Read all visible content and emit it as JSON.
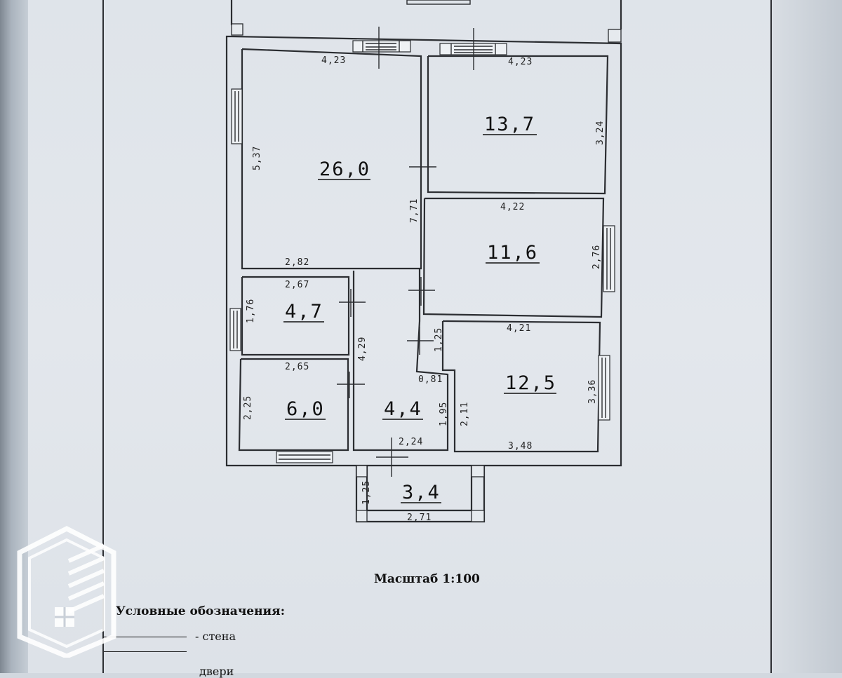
{
  "plan": {
    "rooms": [
      {
        "id": "room-large",
        "area": "26,0"
      },
      {
        "id": "room-top-right",
        "area": "13,7"
      },
      {
        "id": "room-mid-right",
        "area": "11,6"
      },
      {
        "id": "room-small-left",
        "area": "4,7"
      },
      {
        "id": "room-bottom-left",
        "area": "6,0"
      },
      {
        "id": "room-hall",
        "area": "4,4"
      },
      {
        "id": "room-bottom-right",
        "area": "12,5"
      },
      {
        "id": "room-porch",
        "area": "3,4"
      }
    ],
    "dims": {
      "d1": "4,23",
      "d2": "4,23",
      "d3": "5,37",
      "d4": "3,24",
      "d5": "7,71",
      "d6": "4,22",
      "d7": "2,76",
      "d8": "2,82",
      "d9": "2,67",
      "d10": "1,76",
      "d11": "4,29",
      "d12": "1,25",
      "d13": "4,21",
      "d14": "2,65",
      "d15": "0,81",
      "d16": "2,25",
      "d17": "1,95",
      "d18": "2,11",
      "d19": "3,36",
      "d20": "2,24",
      "d21": "3,48",
      "d22": "1,25",
      "d23": "2,71"
    }
  },
  "scale_label": "Масштаб 1:100",
  "legend": {
    "title": "Условные обозначения:",
    "wall_label": "- стена",
    "door_label": "двери"
  },
  "colors": {
    "ink": "#2b2d31",
    "paper": "#e1e5ea"
  }
}
